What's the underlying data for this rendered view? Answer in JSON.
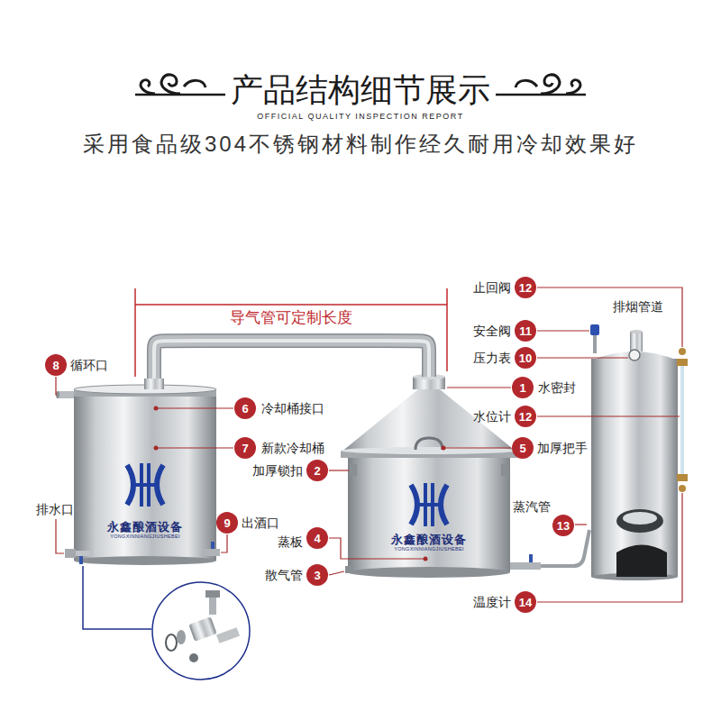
{
  "diagram": {
    "title": "产品结构细节展示",
    "nodes": [
      {
        "text": [
          "永鑫酿酒设备",
          "YONGXINNIANGJIUSHEBEI"
        ]
      },
      {
        "text": [
          "永鑫酿酒设备",
          "YONGXINNIANGJIUSHEBEI"
        ]
      }
    ],
    "edges": [
      {
        "from": 1,
        "to": 0,
        "arrow": "none"
      }
    ],
    "labels": [
      "OFFICIAL QUALITY INSPECTION REPORT",
      "采用食品级304不锈钢材料制作经久耐用冷却效果好",
      "导气管可定制长度",
      "8",
      "循环口",
      "6",
      "冷却桶接口",
      "7",
      "新款冷却桶",
      "排水口",
      "9",
      "出酒口",
      "1",
      "水密封",
      "2",
      "加厚锁扣",
      "5",
      "加厚把手",
      "4",
      "蒸板",
      "3",
      "散气管",
      "12",
      "止回阀",
      "11",
      "安全阀",
      "10",
      "压力表",
      "12",
      "水位计",
      "13",
      "蒸汽管",
      "14",
      "温度计",
      "排烟管道"
    ]
  }
}
